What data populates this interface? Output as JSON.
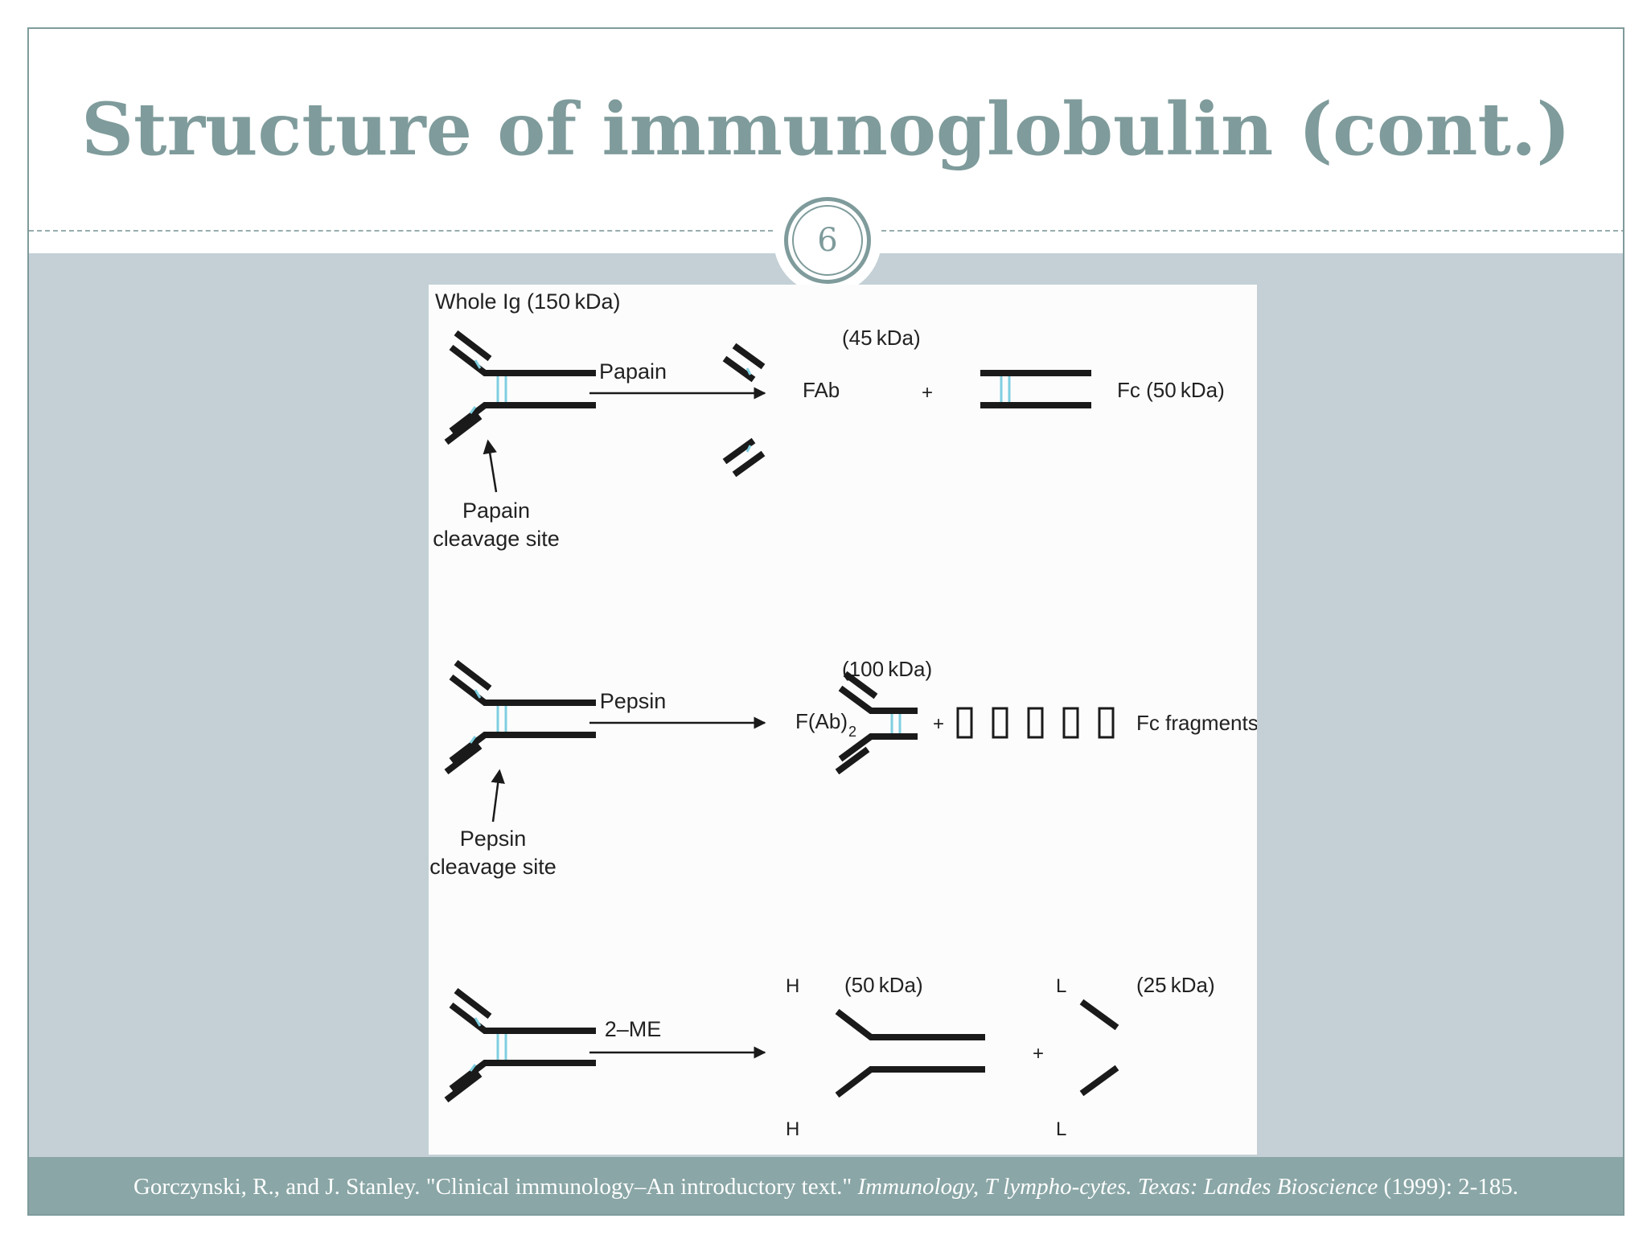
{
  "slide": {
    "title": "Structure of immunoglobulin (cont.)",
    "number": "6"
  },
  "figure": {
    "whole_ig_label": "Whole Ig (150 kDa)",
    "row1": {
      "enzyme": "Papain",
      "site_line1": "Papain",
      "site_line2": "cleavage site",
      "fab_mass": "(45 kDa)",
      "fab_label": "FAb",
      "plus": "+",
      "fc_label": "Fc (50 kDa)"
    },
    "row2": {
      "enzyme": "Pepsin",
      "site_line1": "Pepsin",
      "site_line2": "cleavage site",
      "fab2_mass": "(100 kDa)",
      "fab2_label": "F(Ab)",
      "fab2_subscript": "2",
      "plus": "+",
      "fragments_label": "Fc fragments"
    },
    "row3": {
      "reagent": "2–ME",
      "heavy_top": "H",
      "heavy_bottom": "H",
      "heavy_mass": "(50 kDa)",
      "plus": "+",
      "light_top": "L",
      "light_bottom": "L",
      "light_mass": "(25 kDa)"
    }
  },
  "footer": {
    "citation_plain": "Gorczynski, R., and J. Stanley. \"Clinical immunology–An introductory text.\" ",
    "citation_italic": "Immunology, T lympho-cytes. Texas: Landes Bioscience",
    "citation_end": " (1999): 2-185."
  },
  "colors": {
    "accent": "#7f9b9b",
    "band": "#c4d0d6",
    "footer": "#8aa6a6",
    "disulfide": "#7ecfe0"
  }
}
